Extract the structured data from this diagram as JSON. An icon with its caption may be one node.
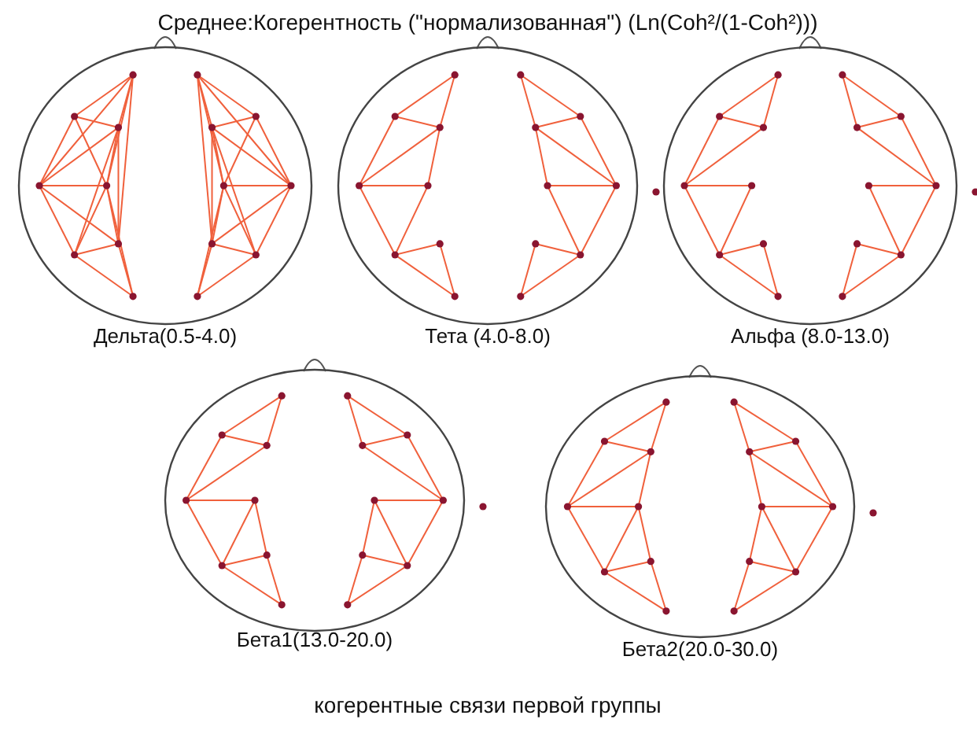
{
  "diagram": {
    "title": "Среднее:Когерентность (\"нормализованная\") (Ln(Coh²/(1-Coh²)))",
    "caption": "когерентные связи первой группы",
    "labels": [
      "Дельта(0.5-4.0)",
      "Тета (4.0-8.0)",
      "Альфа (8.0-13.0)",
      "Бета1(13.0-20.0)",
      "Бета2(20.0-30.0)"
    ]
  }
}
